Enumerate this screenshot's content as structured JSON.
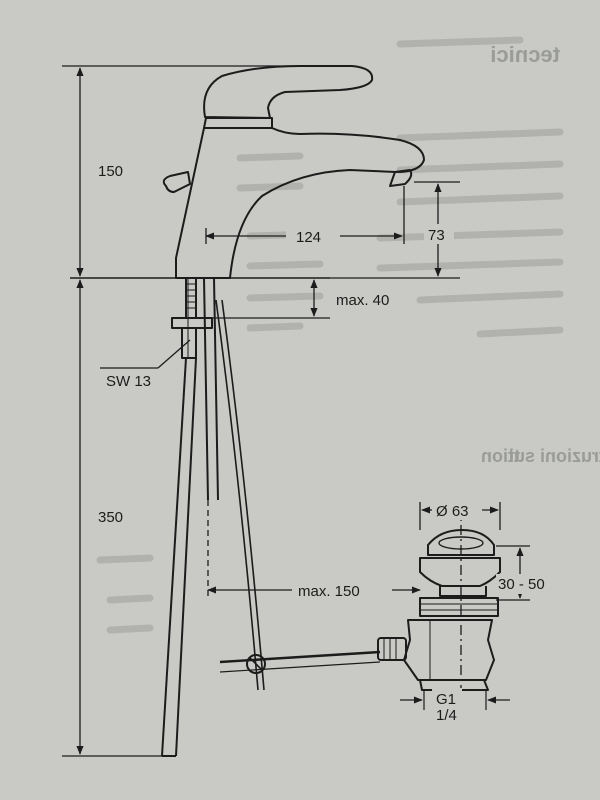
{
  "faucet": {
    "height_above_deck": "150",
    "height_below_deck": "350",
    "spout_reach": "124",
    "spout_height": "73",
    "deck_thickness": "max. 40",
    "nut_size": "SW 13",
    "rod_length": "max. 150"
  },
  "waste": {
    "diameter": "Ø 63",
    "stroke": "30 - 50",
    "thread_line1": "G1",
    "thread_line2": "1/4"
  },
  "background_text": {
    "heading": "tecnici",
    "line1": "ttion",
    "line2": "Istruzioni sui"
  },
  "colors": {
    "paper": "#c9cac6",
    "ink": "#1c1c1c",
    "bleed_through": "#9a9c98"
  }
}
